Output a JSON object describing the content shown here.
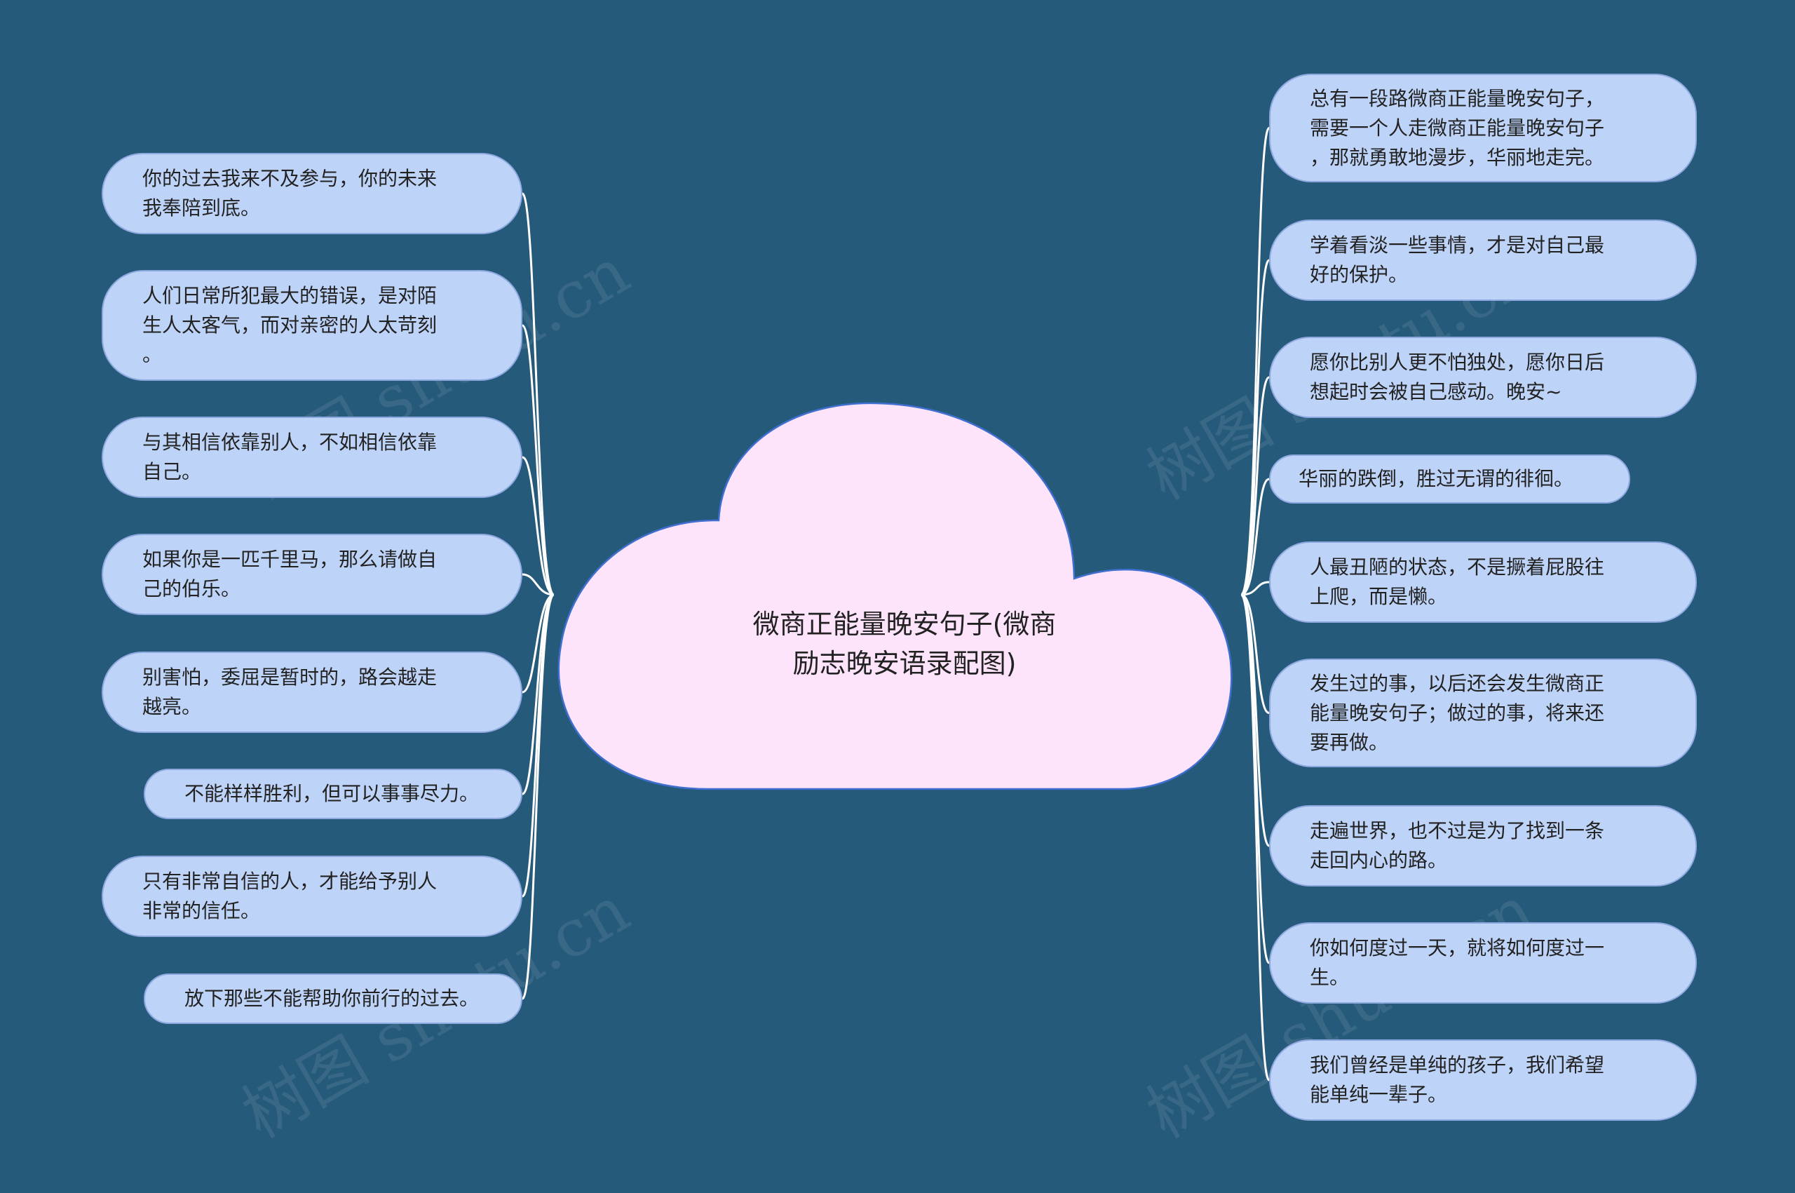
{
  "center": {
    "title": "微商正能量晚安句子(微商\n励志晚安语录配图)"
  },
  "left_nodes": [
    "你的过去我来不及参与，你的未来\n我奉陪到底。",
    "人们日常所犯最大的错误，是对陌\n生人太客气，而对亲密的人太苛刻\n。",
    "与其相信依靠别人，不如相信依靠\n自己。",
    "如果你是一匹千里马，那么请做自\n己的伯乐。",
    "别害怕，委屈是暂时的，路会越走\n越亮。",
    "不能样样胜利，但可以事事尽力。",
    "只有非常自信的人，才能给予别人\n非常的信任。",
    "放下那些不能帮助你前行的过去。"
  ],
  "right_nodes": [
    "总有一段路微商正能量晚安句子，\n需要一个人走微商正能量晚安句子\n，那就勇敢地漫步，华丽地走完。",
    "学着看淡一些事情，才是对自己最\n好的保护。",
    "愿你比别人更不怕独处，愿你日后\n想起时会被自己感动。晚安~",
    "华丽的跌倒，胜过无谓的徘徊。",
    "人最丑陋的状态，不是撅着屁股往\n上爬，而是懒。",
    "发生过的事，以后还会发生微商正\n能量晚安句子；做过的事，将来还\n要再做。",
    "走遍世界，也不过是为了找到一条\n走回内心的路。",
    "你如何度过一天，就将如何度过一\n生。",
    "我们曾经是单纯的孩子，我们希望\n能单纯一辈子。"
  ],
  "watermark": "树图 shutu.cn",
  "colors": {
    "background": "#255a7b",
    "node_fill": "#bed3f8",
    "cloud_fill": "#fde4fb",
    "link": "#ffffff"
  }
}
